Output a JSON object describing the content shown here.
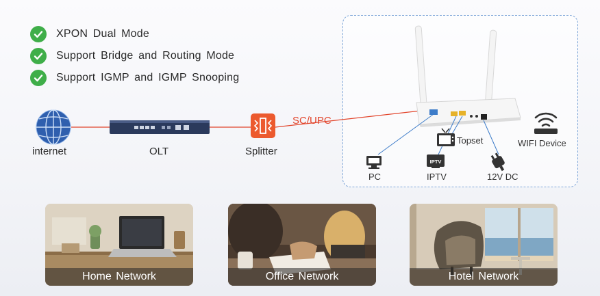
{
  "features": [
    {
      "text": "XPON Dual Mode"
    },
    {
      "text": "Support Bridge and Routing Mode"
    },
    {
      "text": "Support IGMP and IGMP Snooping"
    }
  ],
  "topology": {
    "internet_label": "internet",
    "olt_label": "OLT",
    "splitter_label": "Splitter",
    "fiber_label": "SC/UPC",
    "pc_label": "PC",
    "iptv_label": "IPTV",
    "iptv_icon_text": "IPTV",
    "topset_label": "Topset",
    "power_label": "12V DC",
    "wifi_label": "WIFI Device"
  },
  "colors": {
    "check_green": "#3fae49",
    "fiber_red": "#e2452c",
    "link_blue": "#3d7cc9",
    "splitter_orange": "#ec5a2e"
  },
  "scenarios": [
    {
      "label": "Home Network"
    },
    {
      "label": "Office Network"
    },
    {
      "label": "Hotel Network"
    }
  ]
}
